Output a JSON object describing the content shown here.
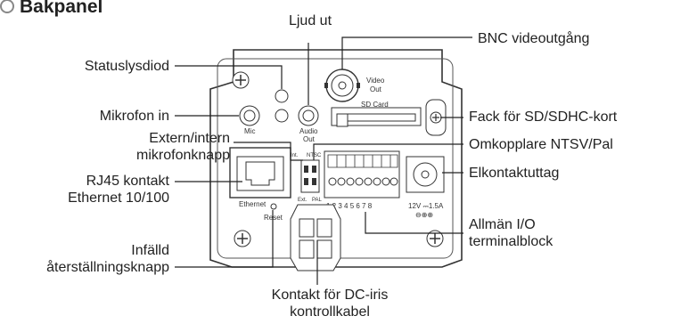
{
  "title": "Bakpanel",
  "callouts": {
    "ljud_ut": "Ljud ut",
    "bnc": "BNC videoutgång",
    "statusdiod": "Statuslysdiod",
    "sd_fack": "Fack för SD/SDHC-kort",
    "mikrofon_in": "Mikrofon in",
    "mikrofonknapp_1": "Extern/intern",
    "mikrofonknapp_2": "mikrofonknapp",
    "omkopplare": "Omkopplare NTSV/Pal",
    "rj45_1": "RJ45 kontakt",
    "rj45_2": "Ethernet 10/100",
    "elkontakt": "Elkontaktuttag",
    "io_1": "Allmän I/O",
    "io_2": "terminalblock",
    "reset_1": "Infälld",
    "reset_2": "återställningsknapp",
    "dciris_1": "Kontakt för DC-iris",
    "dciris_2": "kontrollkabel"
  },
  "panel_text": {
    "video_1": "Video",
    "video_2": "Out",
    "sd_card": "SD Card",
    "audio_1": "Audio",
    "audio_2": "Out",
    "mic": "Mic",
    "int": "Int.",
    "ntsc": "NTSC",
    "ext": "Ext.",
    "pal": "PAL",
    "ethernet": "Ethernet",
    "reset": "Reset",
    "pin_numbers": "1  2  3  4  5  6  7  8",
    "power_rating": "12V ⎓1.5A",
    "polarity": "⊖⊕⊕"
  }
}
